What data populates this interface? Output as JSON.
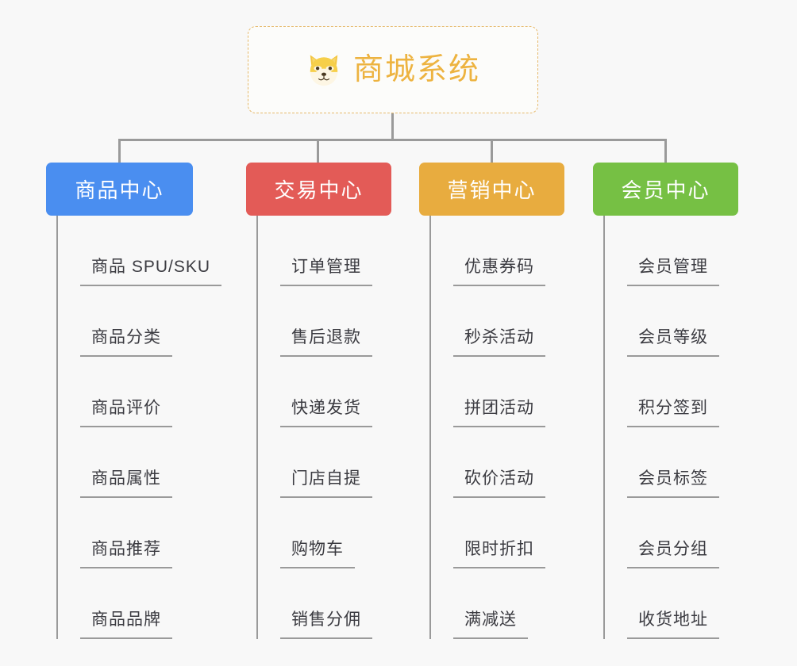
{
  "root": {
    "title": "商城系统",
    "icon": "shiba-dog-icon",
    "border_color": "#e6b96b",
    "text_color": "#edb340",
    "background": "#fcfcfa"
  },
  "canvas": {
    "background": "#f8f8f8",
    "connector_color": "#9a9a9a"
  },
  "branches": [
    {
      "id": "product-center",
      "label": "商品中心",
      "color": "#4a8ef0",
      "items": [
        "商品 SPU/SKU",
        "商品分类",
        "商品评价",
        "商品属性",
        "商品推荐",
        "商品品牌"
      ]
    },
    {
      "id": "trade-center",
      "label": "交易中心",
      "color": "#e35b57",
      "items": [
        "订单管理",
        "售后退款",
        "快递发货",
        "门店自提",
        "购物车",
        "销售分佣"
      ]
    },
    {
      "id": "marketing-center",
      "label": "营销中心",
      "color": "#e8ac3f",
      "items": [
        "优惠券码",
        "秒杀活动",
        "拼团活动",
        "砍价活动",
        "限时折扣",
        "满减送"
      ]
    },
    {
      "id": "member-center",
      "label": "会员中心",
      "color": "#76c044",
      "items": [
        "会员管理",
        "会员等级",
        "积分签到",
        "会员标签",
        "会员分组",
        "收货地址"
      ]
    }
  ]
}
